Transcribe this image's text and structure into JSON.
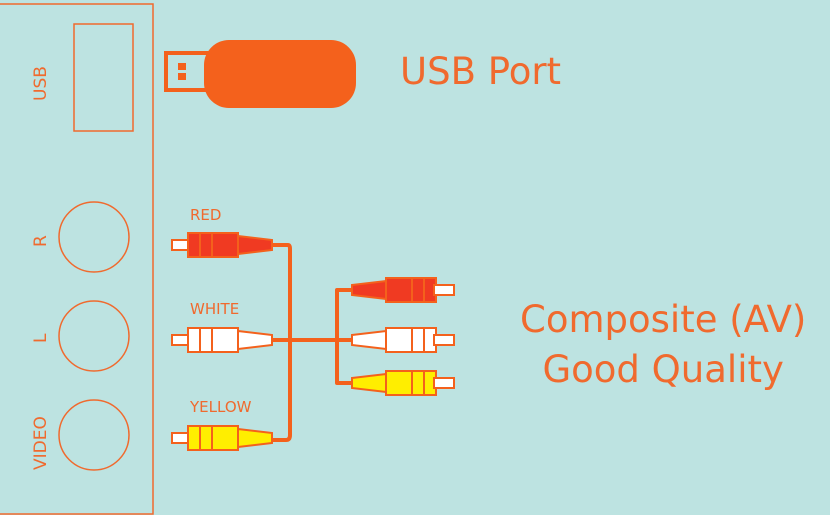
{
  "panel": {
    "port_labels": {
      "usb": "USB",
      "right": "R",
      "left": "L",
      "video": "VIDEO"
    }
  },
  "plugs": {
    "red": "RED",
    "white": "WHITE",
    "yellow": "YELLOW"
  },
  "captions": {
    "usb": "USB Port",
    "composite_line1": "Composite (AV)",
    "composite_line2": "Good Quality"
  },
  "colors": {
    "background": "#bde3e1",
    "accent": "#f06a2e",
    "cable": "#f4611c",
    "red_plug": "#f03a22",
    "white_plug": "#ffffff",
    "yellow_plug": "#ffee00"
  }
}
